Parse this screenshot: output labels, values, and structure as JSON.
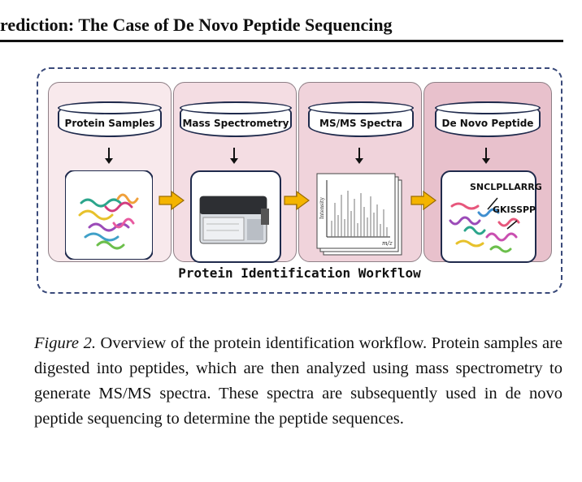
{
  "header": {
    "title": "rediction: The Case of De Novo Peptide Sequencing"
  },
  "figure": {
    "title": "Protein Identification Workflow",
    "stages": [
      {
        "label": "Protein Samples"
      },
      {
        "label": "Mass Spectrometry"
      },
      {
        "label": "MS/MS Spectra"
      },
      {
        "label": "De Novo Peptide"
      }
    ],
    "spectrum": {
      "ylabel": "Intensity",
      "xlabel": "m/z"
    },
    "peptides": [
      "SNCLPLLARRG",
      "GKISSPP"
    ]
  },
  "caption": {
    "lead": "Figure 2.",
    "text": " Overview of the protein identification workflow. Protein samples are digested into peptides, which are then analyzed using mass spectrometry to generate MS/MS spectra. These spectra are subsequently used in de novo peptide sequencing to determine the peptide sequences."
  }
}
